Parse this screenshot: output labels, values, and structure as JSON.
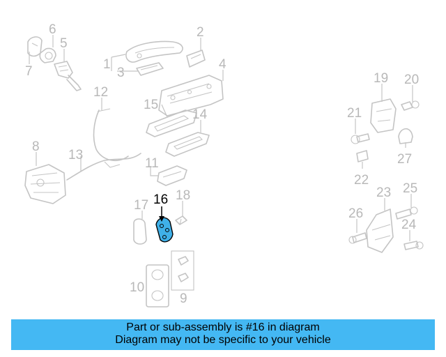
{
  "diagram": {
    "highlighted_part": "16",
    "highlight_color": "#3fb0e8",
    "callouts": [
      "1",
      "2",
      "3",
      "4",
      "5",
      "6",
      "7",
      "8",
      "9",
      "10",
      "11",
      "12",
      "13",
      "14",
      "15",
      "16",
      "17",
      "18",
      "19",
      "20",
      "21",
      "22",
      "23",
      "24",
      "25",
      "26",
      "27"
    ]
  },
  "banner": {
    "line1": "Part or sub-assembly is #16 in diagram",
    "line2": "Diagram may not be specific to your vehicle",
    "background": "#44b8f3"
  }
}
